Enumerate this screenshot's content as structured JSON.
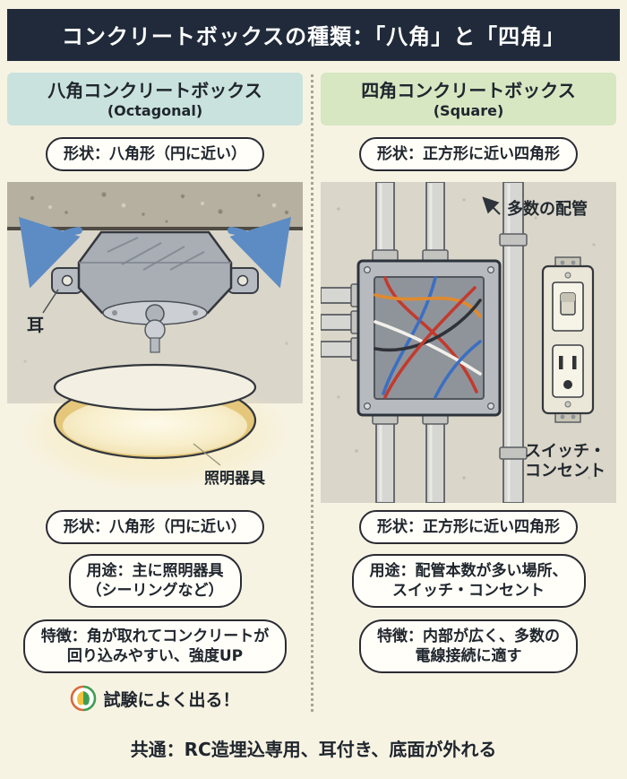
{
  "title": "コンクリートボックスの種類：「八角」と「四角」",
  "left_column": {
    "header_title": "八角コンクリートボックス",
    "header_subtitle": "(Octagonal)",
    "shape_tag": "形状：八角形（円に近い）",
    "labels": {
      "ear": "耳",
      "light_fixture": "照明器具"
    },
    "pills": [
      {
        "line1": "形状：八角形（円に近い）"
      },
      {
        "line1": "用途：主に照明器具",
        "line2": "（シーリングなど）"
      },
      {
        "line1": "特徴：角が取れてコンクリートが",
        "line2": "回り込みやすい、強度UP"
      }
    ],
    "exam_note": "試験によく出る！"
  },
  "right_column": {
    "header_title": "四角コンクリートボックス",
    "header_subtitle": "(Square)",
    "shape_tag": "形状：正方形に近い四角形",
    "labels": {
      "many_conduits": "多数の配管",
      "switch_line1": "スイッチ・",
      "switch_line2": "コンセント"
    },
    "pills": [
      {
        "line1": "形状：正方形に近い四角形"
      },
      {
        "line1": "用途：配管本数が多い場所、",
        "line2": "スイッチ・コンセント"
      },
      {
        "line1": "特徴：内部が広く、多数の",
        "line2": "電線接続に適す"
      }
    ]
  },
  "footer": "共通：RC造埋込専用、耳付き、底面が外れる",
  "icons": {
    "exam_icon": "beginner-mark"
  },
  "colors": {
    "background": "#f7f3e3",
    "title_bar_bg": "#202a3a",
    "title_text": "#ffffff",
    "octagonal_header_bg": "#c9e2dd",
    "square_header_bg": "#d6e7c2",
    "pill_border": "#2b2b33",
    "arrow_blue": "#5d8cc4",
    "lamp_gold": "#e4c77a",
    "concrete_gray": "#b6b0a1",
    "wire_colors": [
      "#c23b2e",
      "#3b6fc2",
      "#e08a2e",
      "#f2f0ea",
      "#2f3237"
    ]
  }
}
